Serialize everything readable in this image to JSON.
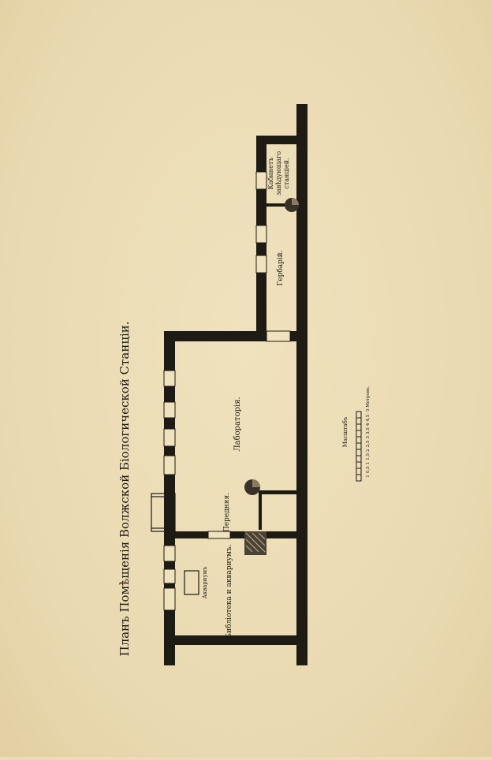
{
  "title": "Планъ Помѣщенія Волжской Біологической Станціи.",
  "rooms": {
    "aquarium": "Аквариумъ",
    "library": "Библіотека и аквариумъ.",
    "hall": "Передняя.",
    "laboratory": "Лабораторія.",
    "herbarium": "Гербарій.",
    "cabinet_line1": "Кабинетъ",
    "cabinet_line2": "завѣдующаго",
    "cabinet_line3": "станціей."
  },
  "scale": {
    "caption": "Масштабъ",
    "ticks": [
      "1",
      "0,5",
      "1",
      "1,5",
      "2",
      "2,5",
      "3",
      "3,5",
      "4",
      "4,5",
      "5 Метровъ."
    ]
  },
  "colors": {
    "paper": "#ebdcb4",
    "ink": "#1e1a14"
  }
}
